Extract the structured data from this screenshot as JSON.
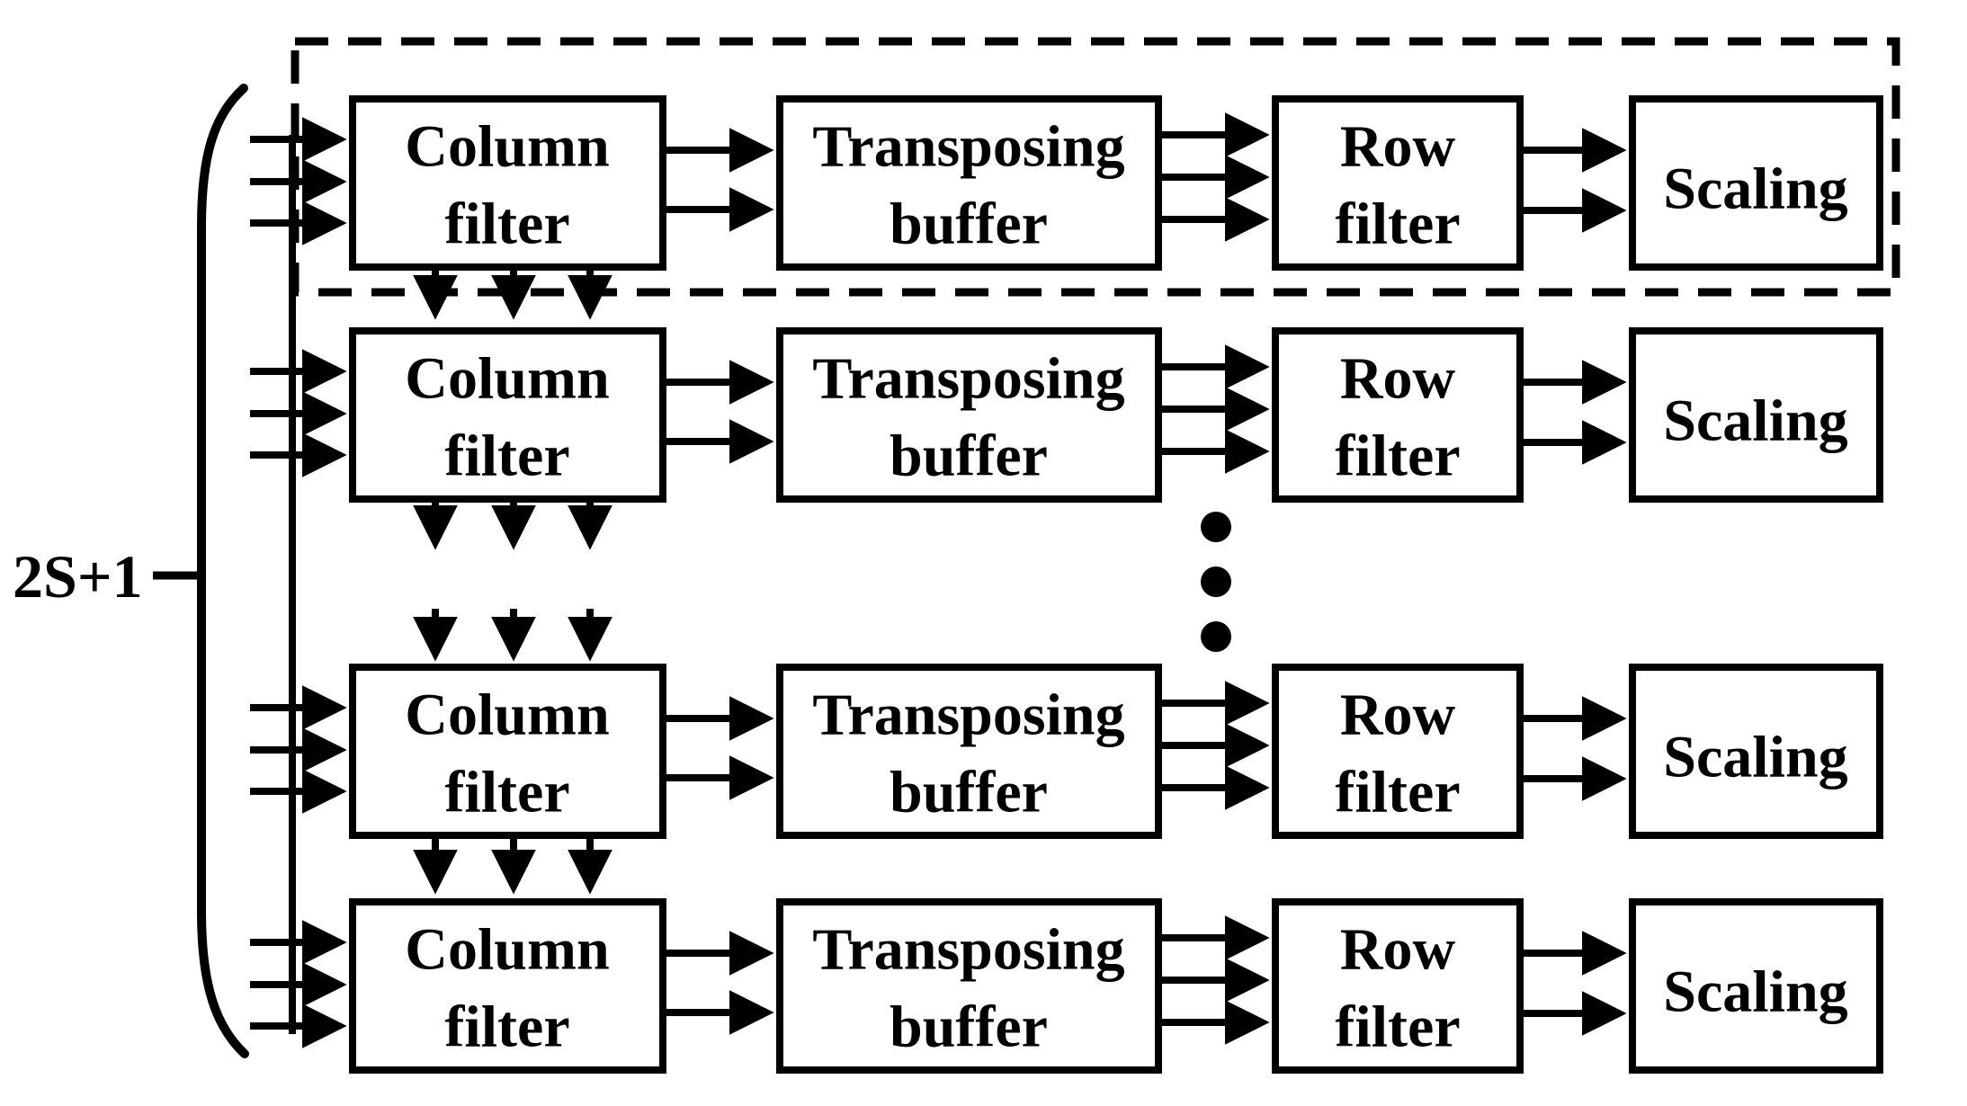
{
  "colors": {
    "ink": "#000000",
    "paper": "#ffffff"
  },
  "labels": {
    "input_count": "2S+1"
  },
  "blocks": {
    "column_filter": [
      "Column",
      "filter"
    ],
    "transposing_buffer": [
      "Transposing",
      "buffer"
    ],
    "row_filter": [
      "Row",
      "filter"
    ],
    "scaling": [
      "Scaling"
    ]
  }
}
